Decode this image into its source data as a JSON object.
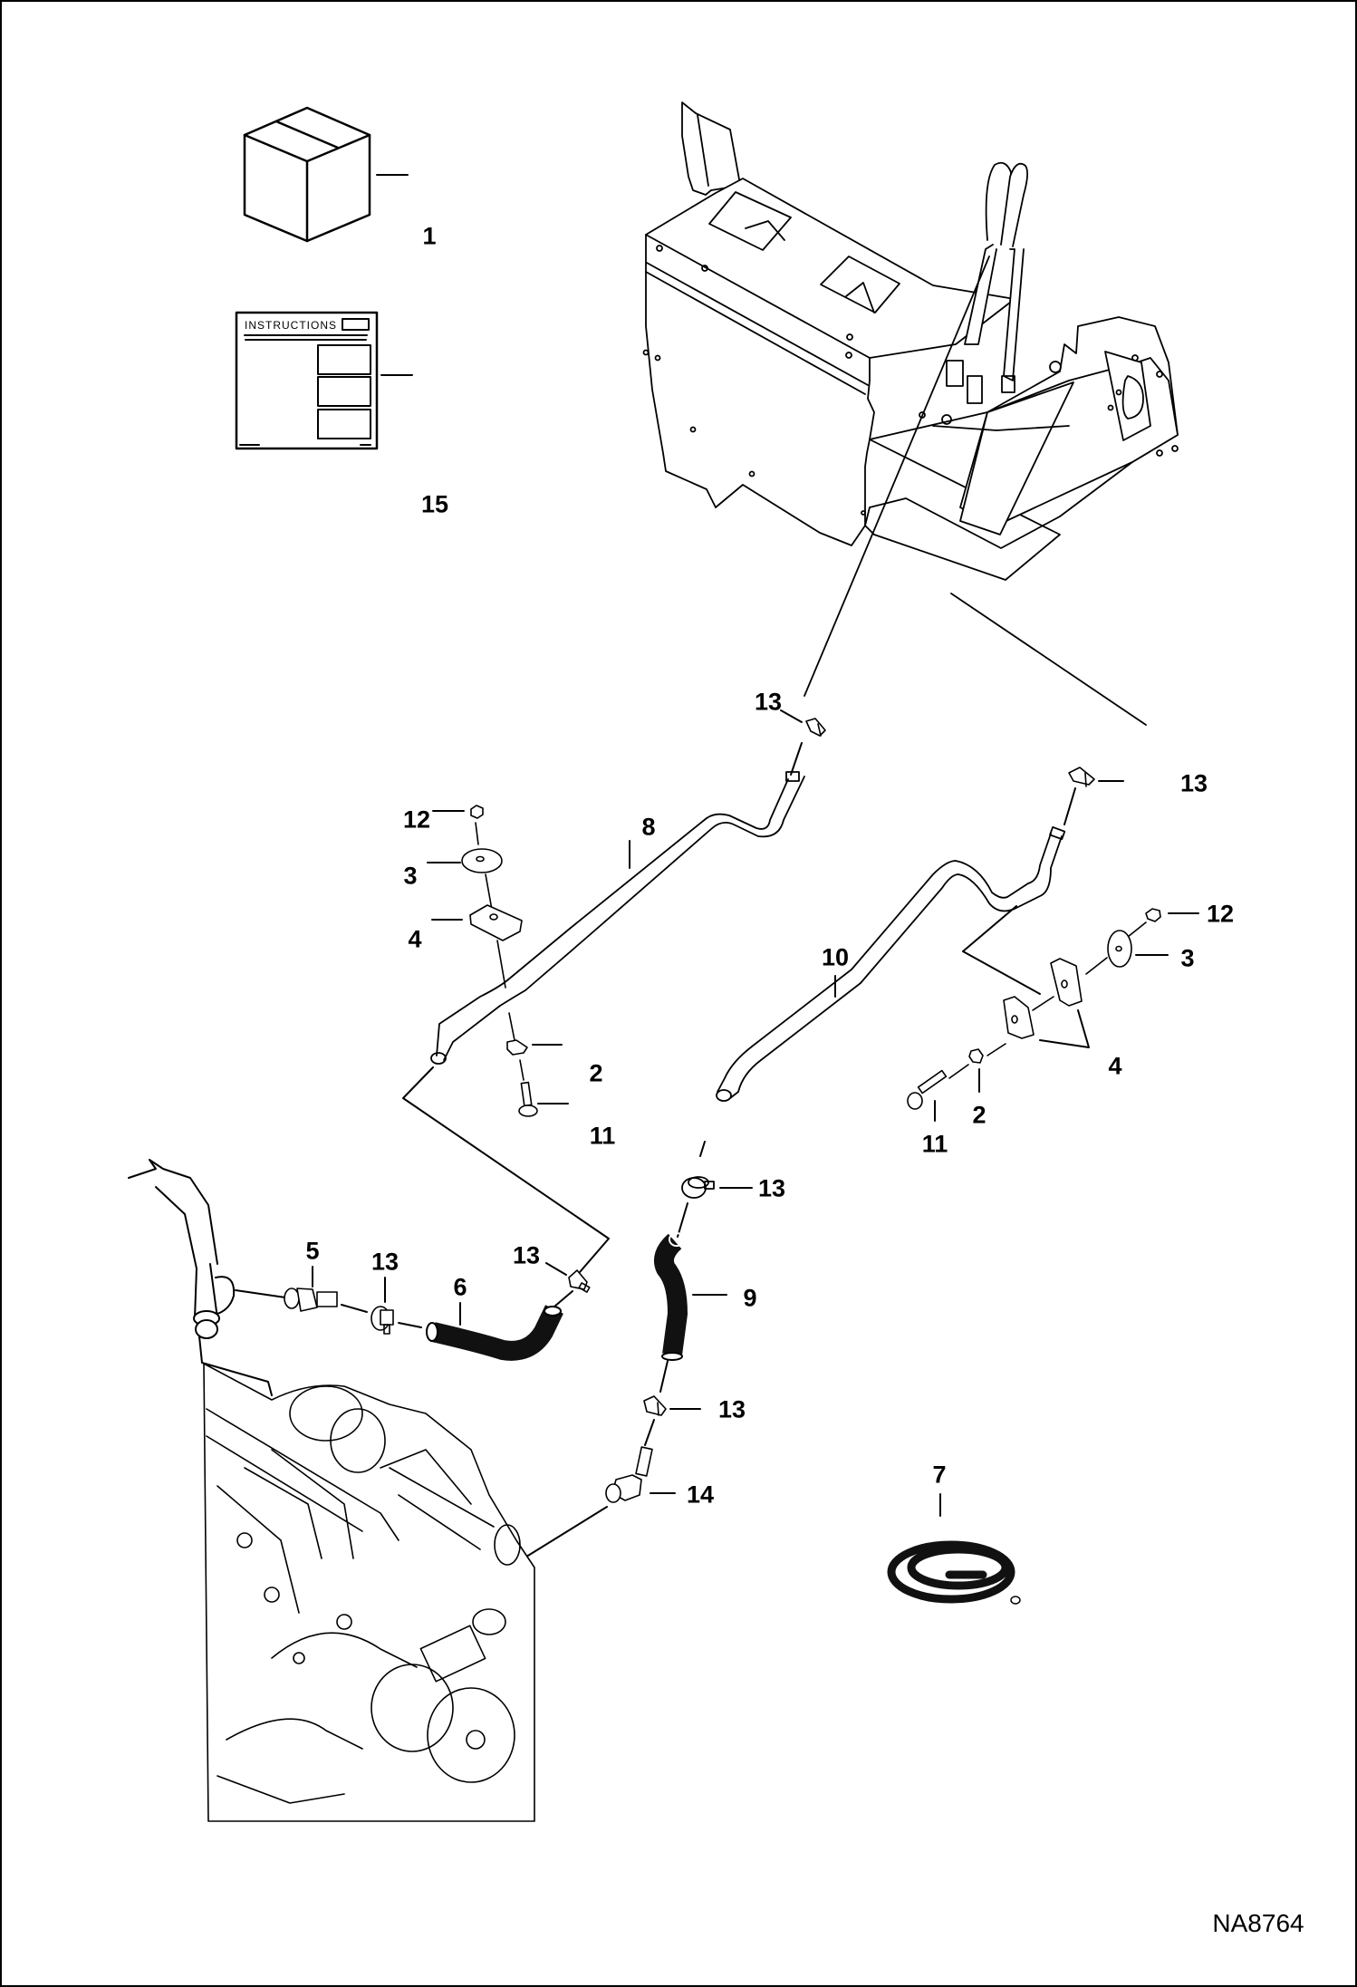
{
  "figure": {
    "id": "NA8764",
    "instructions_label": "INSTRUCTIONS",
    "colors": {
      "line": "#000000",
      "background": "#ffffff",
      "hose": "#111111"
    }
  },
  "parts": [
    {
      "ref": "1",
      "name": "kit-box"
    },
    {
      "ref": "2",
      "name": "clip"
    },
    {
      "ref": "3",
      "name": "washer"
    },
    {
      "ref": "4",
      "name": "clamp-block"
    },
    {
      "ref": "5",
      "name": "fitting"
    },
    {
      "ref": "6",
      "name": "hose"
    },
    {
      "ref": "7",
      "name": "hose-coil"
    },
    {
      "ref": "8",
      "name": "tube"
    },
    {
      "ref": "9",
      "name": "hose"
    },
    {
      "ref": "10",
      "name": "tube"
    },
    {
      "ref": "11",
      "name": "bolt"
    },
    {
      "ref": "12",
      "name": "nut"
    },
    {
      "ref": "13",
      "name": "hose-clamp"
    },
    {
      "ref": "14",
      "name": "elbow-fitting"
    },
    {
      "ref": "15",
      "name": "instructions"
    }
  ],
  "callouts": [
    {
      "label": "1"
    },
    {
      "label": "15"
    },
    {
      "label": "13"
    },
    {
      "label": "13"
    },
    {
      "label": "12"
    },
    {
      "label": "3"
    },
    {
      "label": "4"
    },
    {
      "label": "8"
    },
    {
      "label": "12"
    },
    {
      "label": "3"
    },
    {
      "label": "4"
    },
    {
      "label": "10"
    },
    {
      "label": "2"
    },
    {
      "label": "11"
    },
    {
      "label": "2"
    },
    {
      "label": "11"
    },
    {
      "label": "13"
    },
    {
      "label": "5"
    },
    {
      "label": "13"
    },
    {
      "label": "6"
    },
    {
      "label": "13"
    },
    {
      "label": "9"
    },
    {
      "label": "13"
    },
    {
      "label": "14"
    },
    {
      "label": "7"
    }
  ]
}
